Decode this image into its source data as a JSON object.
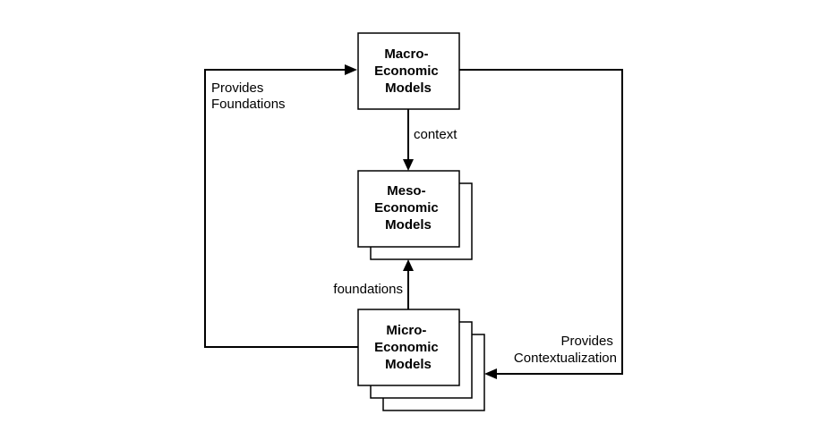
{
  "nodes": {
    "macro": {
      "lines": [
        "Macro-",
        "Economic",
        "Models"
      ]
    },
    "meso": {
      "lines": [
        "Meso-",
        "Economic",
        "Models"
      ]
    },
    "micro": {
      "lines": [
        "Micro-",
        "Economic",
        "Models"
      ]
    }
  },
  "edges": {
    "context": {
      "label": "context"
    },
    "foundations": {
      "label": "foundations"
    },
    "provides_foundations": {
      "lines": [
        "Provides",
        "Foundations"
      ]
    },
    "provides_contextualization": {
      "lines": [
        "Provides",
        "Contextualization"
      ]
    }
  },
  "colors": {
    "stroke": "#000000",
    "background": "#ffffff"
  }
}
